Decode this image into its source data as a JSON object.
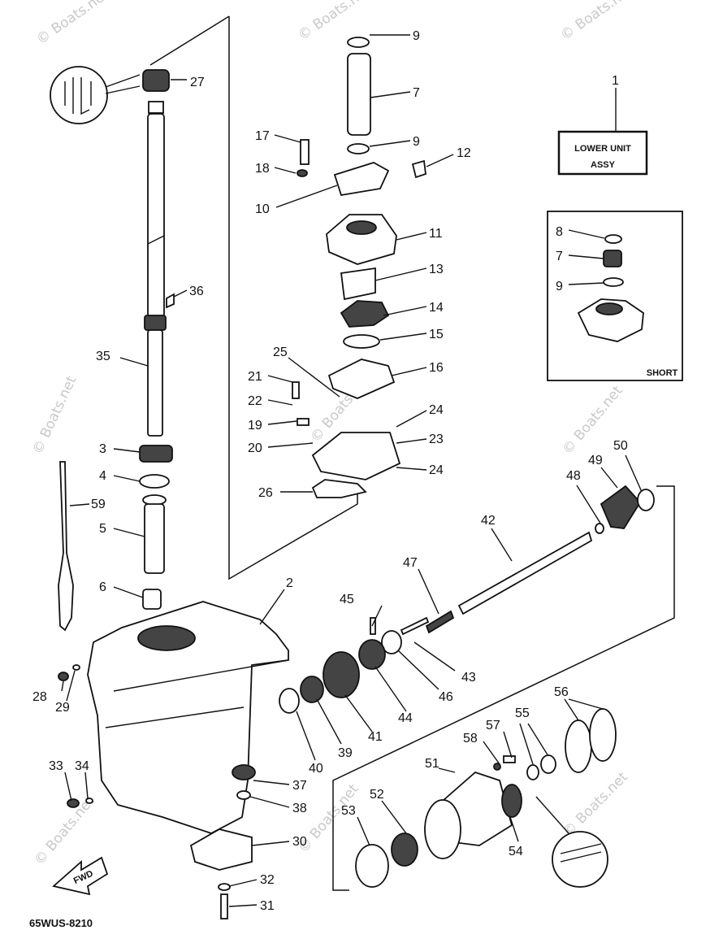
{
  "diagram": {
    "code": "65WUS-8210",
    "assy_label_line1": "LOWER UNIT",
    "assy_label_line2": "ASSY",
    "assy_callout": "1",
    "inset_label": "SHORT",
    "fwd_label": "FWD",
    "watermark": "© Boats.net"
  },
  "callouts": [
    "2",
    "3",
    "4",
    "5",
    "6",
    "7",
    "8",
    "9",
    "10",
    "11",
    "12",
    "13",
    "14",
    "15",
    "16",
    "17",
    "18",
    "19",
    "20",
    "21",
    "22",
    "23",
    "24",
    "25",
    "26",
    "27",
    "28",
    "29",
    "30",
    "31",
    "32",
    "33",
    "34",
    "35",
    "36",
    "37",
    "38",
    "39",
    "40",
    "41",
    "42",
    "43",
    "44",
    "45",
    "46",
    "47",
    "48",
    "49",
    "50",
    "51",
    "52",
    "53",
    "54",
    "55",
    "56",
    "57",
    "58",
    "59"
  ],
  "inset_callouts": [
    "8",
    "7",
    "9"
  ],
  "extra_callouts": [
    "9",
    "24"
  ]
}
